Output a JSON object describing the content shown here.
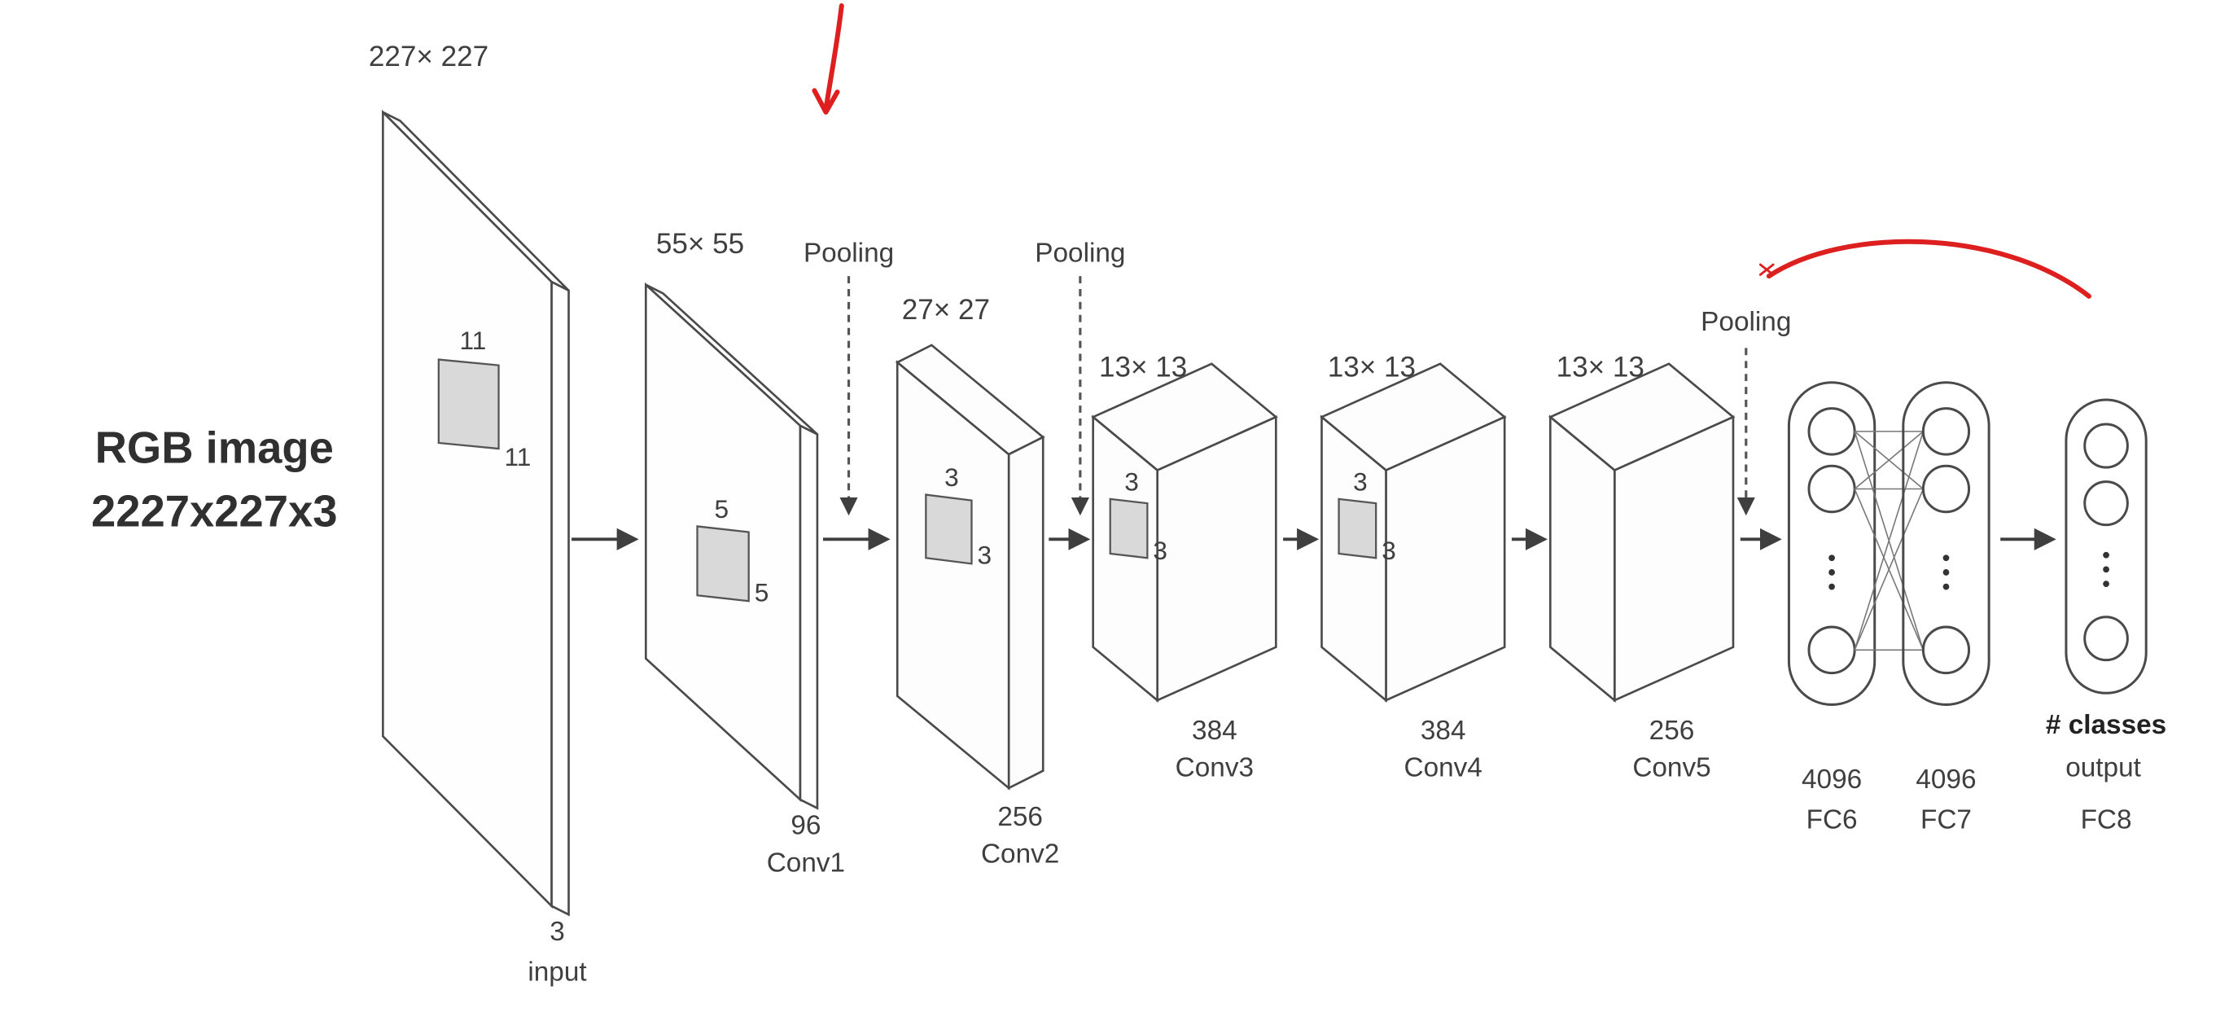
{
  "diagram": {
    "title": "AlexNet CNN architecture",
    "input": {
      "size_label": "227× 227",
      "rgb_line1": "RGB image",
      "rgb_line2": "2227x227x3",
      "filter_top": "11",
      "filter_side": "11",
      "depth": "3",
      "name": "input"
    },
    "conv1": {
      "size_label": "55× 55",
      "filter_top": "5",
      "filter_side": "5",
      "depth": "96",
      "name": "Conv1"
    },
    "pooling1": {
      "label": "Pooling"
    },
    "conv2": {
      "size_label": "27× 27",
      "filter_top": "3",
      "filter_side": "3",
      "depth": "256",
      "name": "Conv2"
    },
    "pooling2": {
      "label": "Pooling"
    },
    "conv3": {
      "size_label": "13× 13",
      "filter_top": "3",
      "filter_side": "3",
      "depth": "384",
      "name": "Conv3"
    },
    "conv4": {
      "size_label": "13× 13",
      "filter_top": "3",
      "filter_side": "3",
      "depth": "384",
      "name": "Conv4"
    },
    "conv5": {
      "size_label": "13× 13",
      "depth": "256",
      "name": "Conv5"
    },
    "pooling3": {
      "label": "Pooling"
    },
    "fc6": {
      "units": "4096",
      "name": "FC6"
    },
    "fc7": {
      "units": "4096",
      "name": "FC7"
    },
    "fc8": {
      "classes_label": "# classes",
      "output_label": "output",
      "name": "FC8"
    },
    "colors": {
      "annotation": "#dd1f1f",
      "line": "#3f3f3f",
      "filter_fill": "#d9d9d9"
    }
  }
}
